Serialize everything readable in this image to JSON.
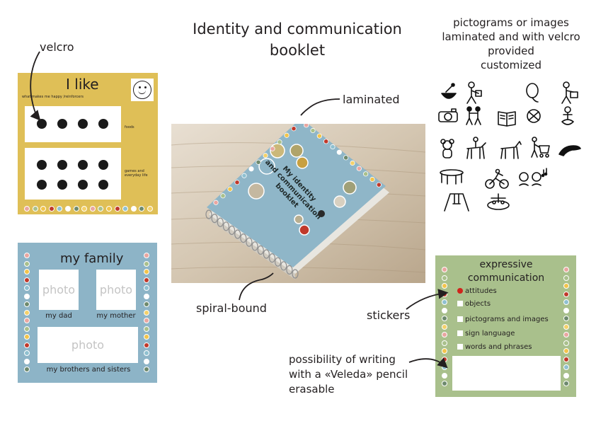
{
  "title_lines": [
    "Identity and communication",
    "booklet"
  ],
  "labels": {
    "velcro": "velcro",
    "laminated": "laminated",
    "spiral_bound": "spiral-bound",
    "stickers": "stickers",
    "writing": [
      "possibility of writing",
      "with a «Veleda» pencil",
      "erasable"
    ],
    "pictograms": [
      "pictograms or images",
      "laminated and with velcro",
      "provided",
      "customized"
    ]
  },
  "like_card": {
    "title": "I like",
    "subtitle": "what makes me happy /reinforcers",
    "row1_label": "foods",
    "row2_label_lines": [
      "games and",
      "everyday life"
    ]
  },
  "family_card": {
    "title": "my family",
    "photo_text": "photo",
    "dad": "my dad",
    "mother": "my mother",
    "siblings": "my brothers and sisters"
  },
  "expressive_card": {
    "title_lines": [
      "expressive",
      "communication"
    ],
    "options": [
      "attitudes",
      "objects",
      "pictograms and images",
      "sign language",
      "words and phrases"
    ]
  },
  "booklet_cover_lines": [
    "My identity",
    "and communication",
    "booklet"
  ],
  "colors": {
    "like_bg": "#dfbf57",
    "family_bg": "#8db4c7",
    "expressive_bg": "#a9c08c",
    "dot_palette": [
      "#e9a6a0",
      "#a9c08c",
      "#f2c44b",
      "#c0392b",
      "#8fc0d0",
      "#ffffff",
      "#6e8a6e",
      "#f4d16a"
    ]
  },
  "pictogram_icons": [
    "mortar-pestle",
    "person-reading",
    "balloon",
    "person-drawing",
    "camera",
    "two-people-dancing",
    "open-book",
    "ball",
    "seated-person",
    "teddy-bear",
    "horse-rider",
    "horse",
    "person-shopping-cart",
    "otter",
    "trampoline",
    "cyclist",
    "children-singing",
    "swing",
    "carousel"
  ]
}
